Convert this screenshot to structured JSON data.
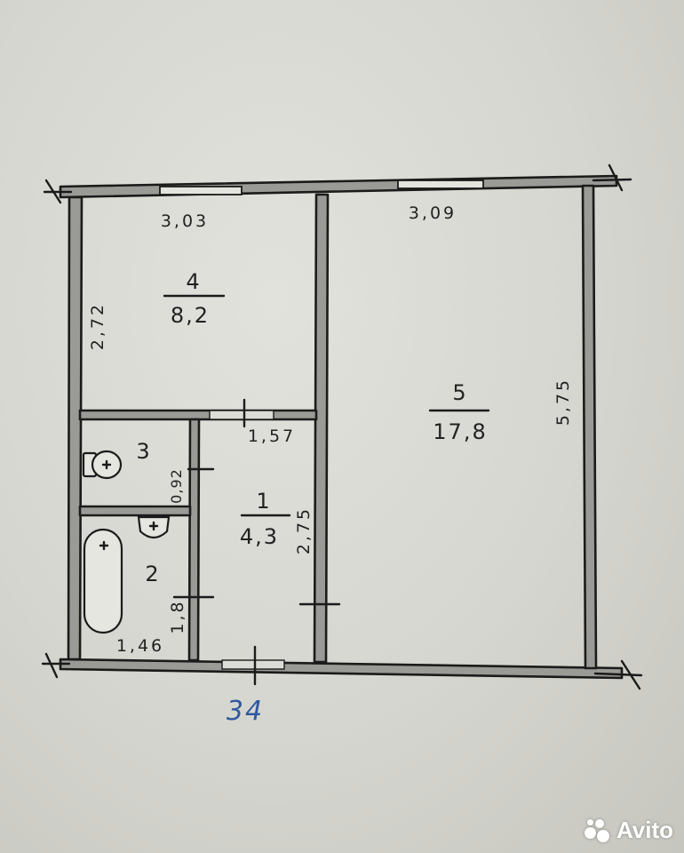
{
  "rooms": [
    {
      "number": "4",
      "area": "8,2"
    },
    {
      "number": "5",
      "area": "17,8"
    },
    {
      "number": "3",
      "area": ""
    },
    {
      "number": "1",
      "area": "4,3"
    },
    {
      "number": "2",
      "area": ""
    }
  ],
  "dimensions": {
    "room4_width": "3,03",
    "room5_width": "3,09",
    "room4_height": "2,72",
    "room5_height": "5,75",
    "hall_width": "1,57",
    "hall_height": "2,75",
    "toilet_width": "0,92",
    "bath_height": "1,8",
    "bath_width": "1,46"
  },
  "apartment_number": "34",
  "watermark": "Avito",
  "colors": {
    "wall_fill": "#9a9a96",
    "line": "#1b1b1b",
    "ink_blue": "#2e5a9e",
    "paper": "#d6d6d0"
  }
}
